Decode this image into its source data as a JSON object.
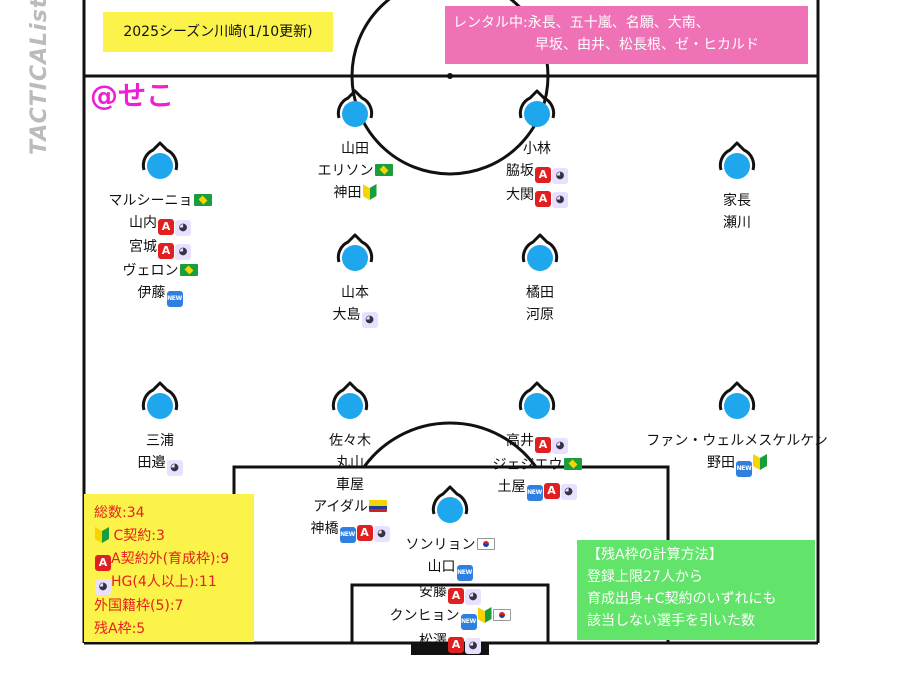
{
  "header": {
    "season_label": "2025シーズン川崎(1/10更新)",
    "rental_line1": "レンタル中:永長、五十嵐、名願、大南、",
    "rental_line2": "早坂、由井、松長根、ゼ・ヒカルド",
    "author": "@せこ",
    "watermark": "TACTICALista"
  },
  "positions": [
    {
      "id": "cf-left",
      "names": [
        {
          "text": "山田",
          "badges": []
        },
        {
          "text": "エリソン",
          "badges": [
            "flag-br"
          ]
        },
        {
          "text": "神田",
          "badges": [
            "shoshinsha"
          ]
        }
      ]
    },
    {
      "id": "cf-right",
      "names": [
        {
          "text": "小林",
          "badges": []
        },
        {
          "text": "脇坂",
          "badges": [
            "a",
            "hg"
          ]
        },
        {
          "text": "大関",
          "badges": [
            "a",
            "hg"
          ]
        }
      ]
    },
    {
      "id": "lw",
      "names": [
        {
          "text": "マルシーニョ",
          "badges": [
            "flag-br"
          ]
        },
        {
          "text": "山内",
          "badges": [
            "a",
            "hg"
          ]
        },
        {
          "text": "宮城",
          "badges": [
            "a",
            "hg"
          ]
        },
        {
          "text": "ヴェロン",
          "badges": [
            "flag-br"
          ]
        },
        {
          "text": "伊藤",
          "badges": [
            "new"
          ]
        }
      ]
    },
    {
      "id": "rw",
      "names": [
        {
          "text": "家長",
          "badges": []
        },
        {
          "text": "瀬川",
          "badges": []
        }
      ]
    },
    {
      "id": "cm-left",
      "names": [
        {
          "text": "山本",
          "badges": []
        },
        {
          "text": "大島",
          "badges": [
            "hg"
          ]
        }
      ]
    },
    {
      "id": "cm-right",
      "names": [
        {
          "text": "橘田",
          "badges": []
        },
        {
          "text": "河原",
          "badges": []
        }
      ]
    },
    {
      "id": "lb",
      "names": [
        {
          "text": "三浦",
          "badges": []
        },
        {
          "text": "田邉",
          "badges": [
            "hg"
          ]
        }
      ]
    },
    {
      "id": "cb-left",
      "names": [
        {
          "text": "佐々木",
          "badges": []
        },
        {
          "text": "丸山",
          "badges": []
        },
        {
          "text": "車屋",
          "badges": []
        },
        {
          "text": "アイダル",
          "badges": [
            "flag-co"
          ]
        },
        {
          "text": "神橋",
          "badges": [
            "new",
            "a",
            "hg"
          ]
        }
      ]
    },
    {
      "id": "cb-right",
      "names": [
        {
          "text": "高井",
          "badges": [
            "a",
            "hg"
          ]
        },
        {
          "text": "ジェジエウ",
          "badges": [
            "flag-br"
          ]
        },
        {
          "text": "土屋",
          "badges": [
            "new",
            "a",
            "hg"
          ]
        }
      ]
    },
    {
      "id": "rb",
      "names": [
        {
          "text": "ファン・ウェルメスケルケン",
          "badges": []
        },
        {
          "text": "野田",
          "badges": [
            "new",
            "shoshinsha"
          ]
        }
      ]
    },
    {
      "id": "gk",
      "names": [
        {
          "text": "ソンリョン",
          "badges": [
            "flag-kr"
          ]
        },
        {
          "text": "山口",
          "badges": [
            "new"
          ]
        },
        {
          "text": "安藤",
          "badges": [
            "a",
            "hg"
          ]
        },
        {
          "text": "クンヒョン",
          "badges": [
            "new",
            "shoshinsha",
            "flag-kr"
          ]
        },
        {
          "text": "松澤",
          "badges": [
            "a",
            "hg"
          ]
        }
      ]
    }
  ],
  "summary": {
    "total": "総数:34",
    "c_contract": "C契約:3",
    "a_excluded": "A契約外(育成枠):9",
    "hg": "HG(4人以上):11",
    "foreign": "外国籍枠(5):7",
    "remaining": "残A枠:5"
  },
  "calc_note": {
    "title": "【残A枠の計算方法】",
    "line1": "登録上限27人から",
    "line2": "育成出身+C契約のいずれにも",
    "line3": "該当しない選手を引いた数"
  },
  "colors": {
    "marker": "#1ea7ec",
    "yellow_box": "#fbf24a",
    "pink_box": "#f072b6",
    "green_box": "#62e46a",
    "author": "#ee1fd3",
    "summary_text": "#e52020"
  }
}
